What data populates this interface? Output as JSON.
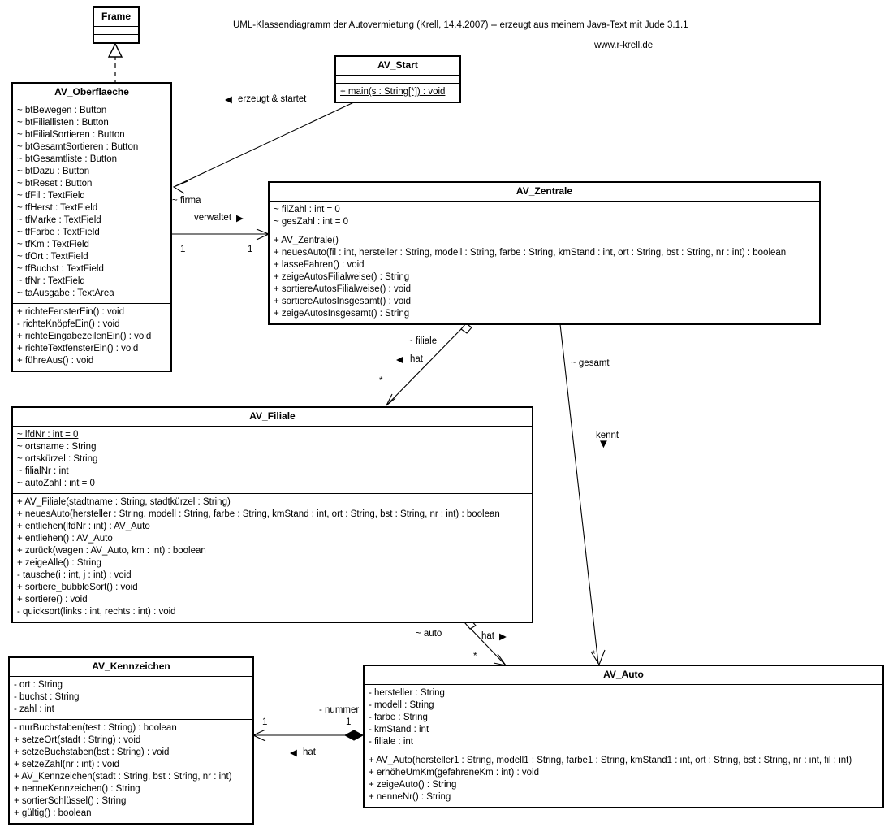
{
  "title": {
    "main": "UML-Klassendiagramm der Autovermietung (Krell, 14.4.2007) -- erzeugt aus meinem Java-Text mit Jude 3.1.1",
    "website": "www.r-krell.de"
  },
  "classes": {
    "frame": {
      "name": "Frame",
      "attributes": [],
      "operations": []
    },
    "av_start": {
      "name": "AV_Start",
      "attributes": [],
      "operations": [
        {
          "text": "+ main(s : String[*]) : void",
          "static": true
        }
      ]
    },
    "av_oberflaeche": {
      "name": "AV_Oberflaeche",
      "attributes": [
        {
          "text": "~ btBewegen : Button",
          "static": false
        },
        {
          "text": "~ btFiliallisten : Button",
          "static": false
        },
        {
          "text": "~ btFilialSortieren : Button",
          "static": false
        },
        {
          "text": "~ btGesamtSortieren : Button",
          "static": false
        },
        {
          "text": "~ btGesamtliste : Button",
          "static": false
        },
        {
          "text": "~ btDazu : Button",
          "static": false
        },
        {
          "text": "~ btReset : Button",
          "static": false
        },
        {
          "text": "~ tfFil : TextField",
          "static": false
        },
        {
          "text": "~ tfHerst : TextField",
          "static": false
        },
        {
          "text": "~ tfMarke : TextField",
          "static": false
        },
        {
          "text": "~ tfFarbe : TextField",
          "static": false
        },
        {
          "text": "~ tfKm : TextField",
          "static": false
        },
        {
          "text": "~ tfOrt : TextField",
          "static": false
        },
        {
          "text": "~ tfBuchst : TextField",
          "static": false
        },
        {
          "text": "~ tfNr : TextField",
          "static": false
        },
        {
          "text": "~ taAusgabe : TextArea",
          "static": false
        }
      ],
      "operations": [
        {
          "text": "+ richteFensterEin() : void",
          "static": false
        },
        {
          "text": "- richteKnöpfeEin() : void",
          "static": false
        },
        {
          "text": "+ richteEingabezeilenEin() : void",
          "static": false
        },
        {
          "text": "+ richteTextfensterEin() : void",
          "static": false
        },
        {
          "text": "+ führeAus() : void",
          "static": false
        }
      ]
    },
    "av_zentrale": {
      "name": "AV_Zentrale",
      "attributes": [
        {
          "text": "~ filZahl : int = 0",
          "static": false
        },
        {
          "text": "~ gesZahl : int = 0",
          "static": false
        }
      ],
      "operations": [
        {
          "text": "+ AV_Zentrale()",
          "static": false
        },
        {
          "text": "+ neuesAuto(fil : int, hersteller : String, modell : String, farbe : String, kmStand : int, ort : String, bst : String, nr : int) : boolean",
          "static": false
        },
        {
          "text": "+ lasseFahren() : void",
          "static": false
        },
        {
          "text": "+ zeigeAutosFilialweise() : String",
          "static": false
        },
        {
          "text": "+ sortiereAutosFilialweise() : void",
          "static": false
        },
        {
          "text": "+ sortiereAutosInsgesamt() : void",
          "static": false
        },
        {
          "text": "+ zeigeAutosInsgesamt() : String",
          "static": false
        }
      ]
    },
    "av_filiale": {
      "name": "AV_Filiale",
      "attributes": [
        {
          "text": "~ lfdNr : int = 0",
          "static": true
        },
        {
          "text": "~ ortsname : String",
          "static": false
        },
        {
          "text": "~ ortskürzel : String",
          "static": false
        },
        {
          "text": "~ filialNr : int",
          "static": false
        },
        {
          "text": "~ autoZahl : int = 0",
          "static": false
        }
      ],
      "operations": [
        {
          "text": "+ AV_Filiale(stadtname : String, stadtkürzel : String)",
          "static": false
        },
        {
          "text": "+ neuesAuto(hersteller : String, modell : String, farbe : String, kmStand : int, ort : String, bst : String, nr : int) : boolean",
          "static": false
        },
        {
          "text": "+ entliehen(lfdNr : int) : AV_Auto",
          "static": false
        },
        {
          "text": "+ entliehen() : AV_Auto",
          "static": false
        },
        {
          "text": "+ zurück(wagen : AV_Auto, km : int) : boolean",
          "static": false
        },
        {
          "text": "+ zeigeAlle() : String",
          "static": false
        },
        {
          "text": "- tausche(i : int, j : int) : void",
          "static": false
        },
        {
          "text": "+ sortiere_bubbleSort() : void",
          "static": false
        },
        {
          "text": "+ sortiere() : void",
          "static": false
        },
        {
          "text": "- quicksort(links : int, rechts : int) : void",
          "static": false
        }
      ]
    },
    "av_kennzeichen": {
      "name": "AV_Kennzeichen",
      "attributes": [
        {
          "text": "- ort : String",
          "static": false
        },
        {
          "text": "- buchst : String",
          "static": false
        },
        {
          "text": "- zahl : int",
          "static": false
        }
      ],
      "operations": [
        {
          "text": "- nurBuchstaben(test : String) : boolean",
          "static": false
        },
        {
          "text": "+ setzeOrt(stadt : String) : void",
          "static": false
        },
        {
          "text": "+ setzeBuchstaben(bst : String) : void",
          "static": false
        },
        {
          "text": "+ setzeZahl(nr : int) : void",
          "static": false
        },
        {
          "text": "+ AV_Kennzeichen(stadt : String, bst : String, nr : int)",
          "static": false
        },
        {
          "text": "+ nenneKennzeichen() : String",
          "static": false
        },
        {
          "text": "+ sortierSchlüssel() : String",
          "static": false
        },
        {
          "text": "+ gültig() : boolean",
          "static": false
        }
      ]
    },
    "av_auto": {
      "name": "AV_Auto",
      "attributes": [
        {
          "text": "- hersteller : String",
          "static": false
        },
        {
          "text": "- modell : String",
          "static": false
        },
        {
          "text": "- farbe : String",
          "static": false
        },
        {
          "text": "- kmStand : int",
          "static": false
        },
        {
          "text": "- filiale : int",
          "static": false
        }
      ],
      "operations": [
        {
          "text": "+ AV_Auto(hersteller1 : String, modell1 : String, farbe1 : String, kmStand1 : int, ort : String, bst : String, nr : int, fil : int)",
          "static": false
        },
        {
          "text": "+ erhöheUmKm(gefahreneKm : int) : void",
          "static": false
        },
        {
          "text": "+ zeigeAuto() : String",
          "static": false
        },
        {
          "text": "+ nenneNr() : String",
          "static": false
        }
      ]
    }
  },
  "relations": {
    "erzeugt": {
      "label": "erzeugt & startet",
      "direction_marker": "◀"
    },
    "firma": {
      "role": "~ firma",
      "label": "verwaltet",
      "direction_marker": "▶",
      "mult_source": "1",
      "mult_target": "1"
    },
    "filiale": {
      "role": "~ filiale",
      "label": "hat",
      "direction_marker": "◀",
      "mult": "*"
    },
    "gesamt": {
      "role": "~ gesamt",
      "label": "kennt",
      "direction_marker": "▼",
      "mult": "*"
    },
    "auto": {
      "role": "~ auto",
      "label": "hat",
      "direction_marker": "▶",
      "mult": "*"
    },
    "nummer": {
      "role": "- nummer",
      "label": "hat",
      "direction_marker": "◀",
      "mult_source": "1",
      "mult_target": "1"
    }
  }
}
